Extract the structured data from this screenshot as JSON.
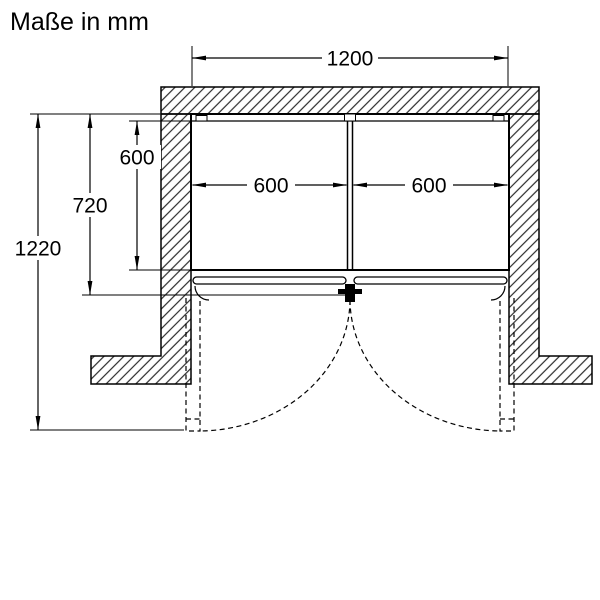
{
  "title": "Maße in mm",
  "colors": {
    "line": "#000000",
    "background": "#ffffff"
  },
  "diagram": {
    "niche_width_mm": "1200",
    "left_unit_width_mm": "600",
    "right_unit_width_mm": "600",
    "cabinet_depth_mm": "600",
    "depth_incl_door_mm": "720",
    "depth_door_open_mm": "1220"
  }
}
